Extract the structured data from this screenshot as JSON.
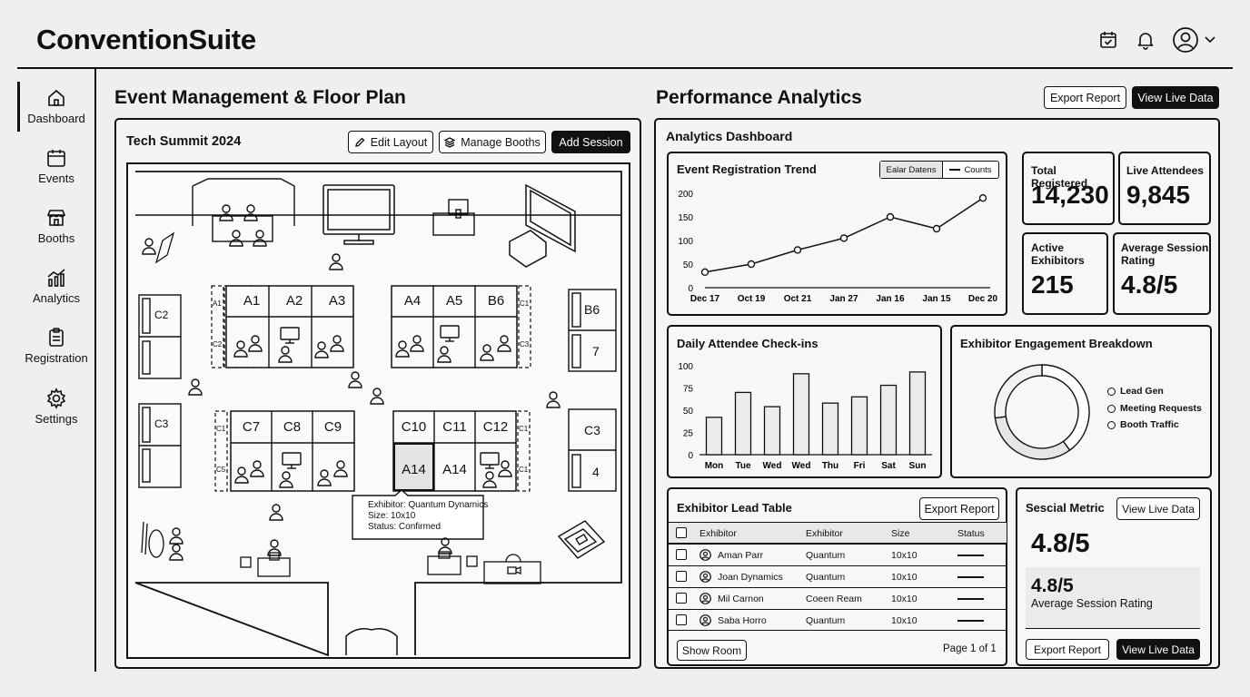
{
  "app": {
    "brand": "ConventionSuite"
  },
  "topbar": {
    "icons": [
      "calendar-check-icon",
      "bell-icon",
      "user-avatar-icon",
      "chevron-down-icon"
    ]
  },
  "sidebar": {
    "items": [
      {
        "label": "Dashboard",
        "icon": "home-icon",
        "active": true
      },
      {
        "label": "Events",
        "icon": "calendar-icon"
      },
      {
        "label": "Booths",
        "icon": "storefront-icon"
      },
      {
        "label": "Analytics",
        "icon": "analytics-icon"
      },
      {
        "label": "Registration",
        "icon": "clipboard-icon"
      },
      {
        "label": "Settings",
        "icon": "gear-icon"
      }
    ]
  },
  "floor": {
    "section_title": "Event Management & Floor Plan",
    "event_name": "Tech Summit 2024",
    "buttons": {
      "edit_layout": "Edit Layout",
      "manage_booths": "Manage Booths",
      "add_session": "Add Session"
    },
    "booths": {
      "a1": "A1",
      "a2": "A2",
      "a3": "A3",
      "a4": "A4",
      "a5": "A5",
      "b6": "B6",
      "c7": "C7",
      "c8": "C8",
      "c9": "C9",
      "c10": "C10",
      "c11": "C11",
      "c12": "C12",
      "a14a": "A14",
      "a14b": "A14",
      "c2": "C2",
      "c3": "C3",
      "b6_side": "B6",
      "c3_side": "C3",
      "side7": "7",
      "side4": "4",
      "strip_a1": "A1",
      "strip_c2": "C2",
      "strip_c1": "C1",
      "strip_c3": "C3",
      "strip_c1b": "C1",
      "strip_c5": "C5",
      "strip_c1c": "C1",
      "strip_c1d": "C1"
    },
    "tooltip": {
      "exhibitor": "Exhibitor: Quantum Dynamics",
      "size": "Size: 10x10",
      "status": "Status: Confirmed"
    }
  },
  "analytics": {
    "section_title": "Performance Analytics",
    "header_buttons": {
      "export": "Export Report",
      "live": "View Live Data"
    },
    "dashboard_title": "Analytics Dashboard",
    "trend": {
      "title": "Event Registration Trend",
      "toggle_left": "Ealar Datens",
      "toggle_right": "Counts"
    },
    "stats": {
      "total_registered": {
        "label": "Total Registered",
        "value": "14,230"
      },
      "live_attendees": {
        "label": "Live Attendees",
        "value": "9,845"
      },
      "active_exhibitors": {
        "label": "Active Exhibitors",
        "value": "215"
      },
      "avg_rating": {
        "label": "Average Session Rating",
        "value": "4.8/5"
      }
    },
    "checkins": {
      "title": "Daily Attendee Check-ins"
    },
    "engagement": {
      "title": "Exhibitor Engagement Breakdown",
      "legend": [
        "Lead Gen",
        "Meeting Requests",
        "Booth Traffic"
      ]
    },
    "lead_table": {
      "title": "Exhibitor Lead Table",
      "export": "Export Report",
      "columns": [
        "Exhibitor",
        "Exhibitor",
        "Size",
        "Status"
      ],
      "rows": [
        {
          "name": "Aman Parr",
          "company": "Quantum",
          "size": "10x10"
        },
        {
          "name": "Joan Dynamics",
          "company": "Quantum",
          "size": "10x10"
        },
        {
          "name": "Mil Carnon",
          "company": "Coeen Ream",
          "size": "10x10"
        },
        {
          "name": "Saba Horro",
          "company": "Quantum",
          "size": "10x10"
        }
      ],
      "show_room": "Show Room",
      "pagination": "Page 1 of 1"
    },
    "session": {
      "title": "Sescial Metric",
      "live": "View Live Data",
      "value_big": "4.8/5",
      "value_small": "4.8/5",
      "caption": "Average Session Rating",
      "export": "Export Report",
      "live_bottom": "View Live Data"
    }
  },
  "chart_data": [
    {
      "type": "line",
      "title": "Event Registration Trend",
      "categories": [
        "Dec 17",
        "Oct 19",
        "Oct 21",
        "Jan 27",
        "Jan 16",
        "Jan 15",
        "Dec 20"
      ],
      "values": [
        33,
        50,
        80,
        105,
        150,
        125,
        190
      ],
      "ylim": [
        0,
        200
      ],
      "yticks": [
        0,
        50,
        100,
        150,
        200
      ]
    },
    {
      "type": "bar",
      "title": "Daily Attendee Check-ins",
      "categories": [
        "Mon",
        "Tue",
        "Wed",
        "Wed",
        "Thu",
        "Fri",
        "Sat",
        "Sun"
      ],
      "values": [
        42,
        70,
        54,
        91,
        58,
        65,
        78,
        93
      ],
      "ylim": [
        0,
        100
      ],
      "yticks": [
        0,
        25,
        50,
        75,
        100
      ]
    },
    {
      "type": "pie",
      "title": "Exhibitor Engagement Breakdown",
      "categories": [
        "Lead Gen",
        "Meeting Requests",
        "Booth Traffic"
      ],
      "values": [
        40,
        33,
        27
      ]
    }
  ]
}
